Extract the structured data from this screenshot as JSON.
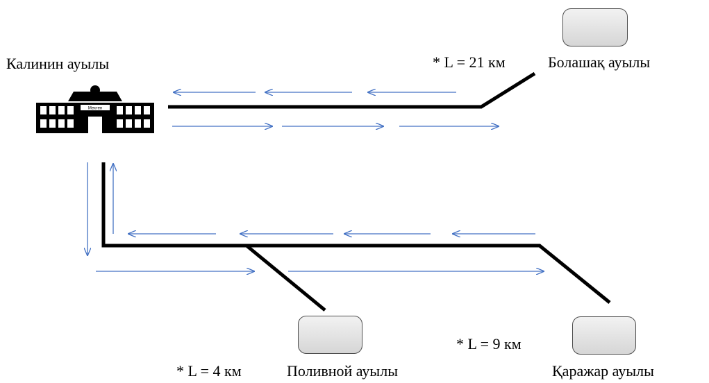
{
  "villages": {
    "kalinin": "Калинин ауылы",
    "bolashak": "Болашақ ауылы",
    "polivnoy": "Поливной ауылы",
    "karazhar": "Қаражар ауылы"
  },
  "distances": {
    "bolashak": "* L = 21 км",
    "polivnoy": "* L = 4 км",
    "karazhar": "* L = 9 км"
  },
  "school": {
    "sign": "Мектеп",
    "icon": "school-building-icon"
  },
  "colors": {
    "road": "#000000",
    "arrow": "#4472c4",
    "box_fill": "#d9d9d9",
    "box_border": "#4d4d4d"
  }
}
